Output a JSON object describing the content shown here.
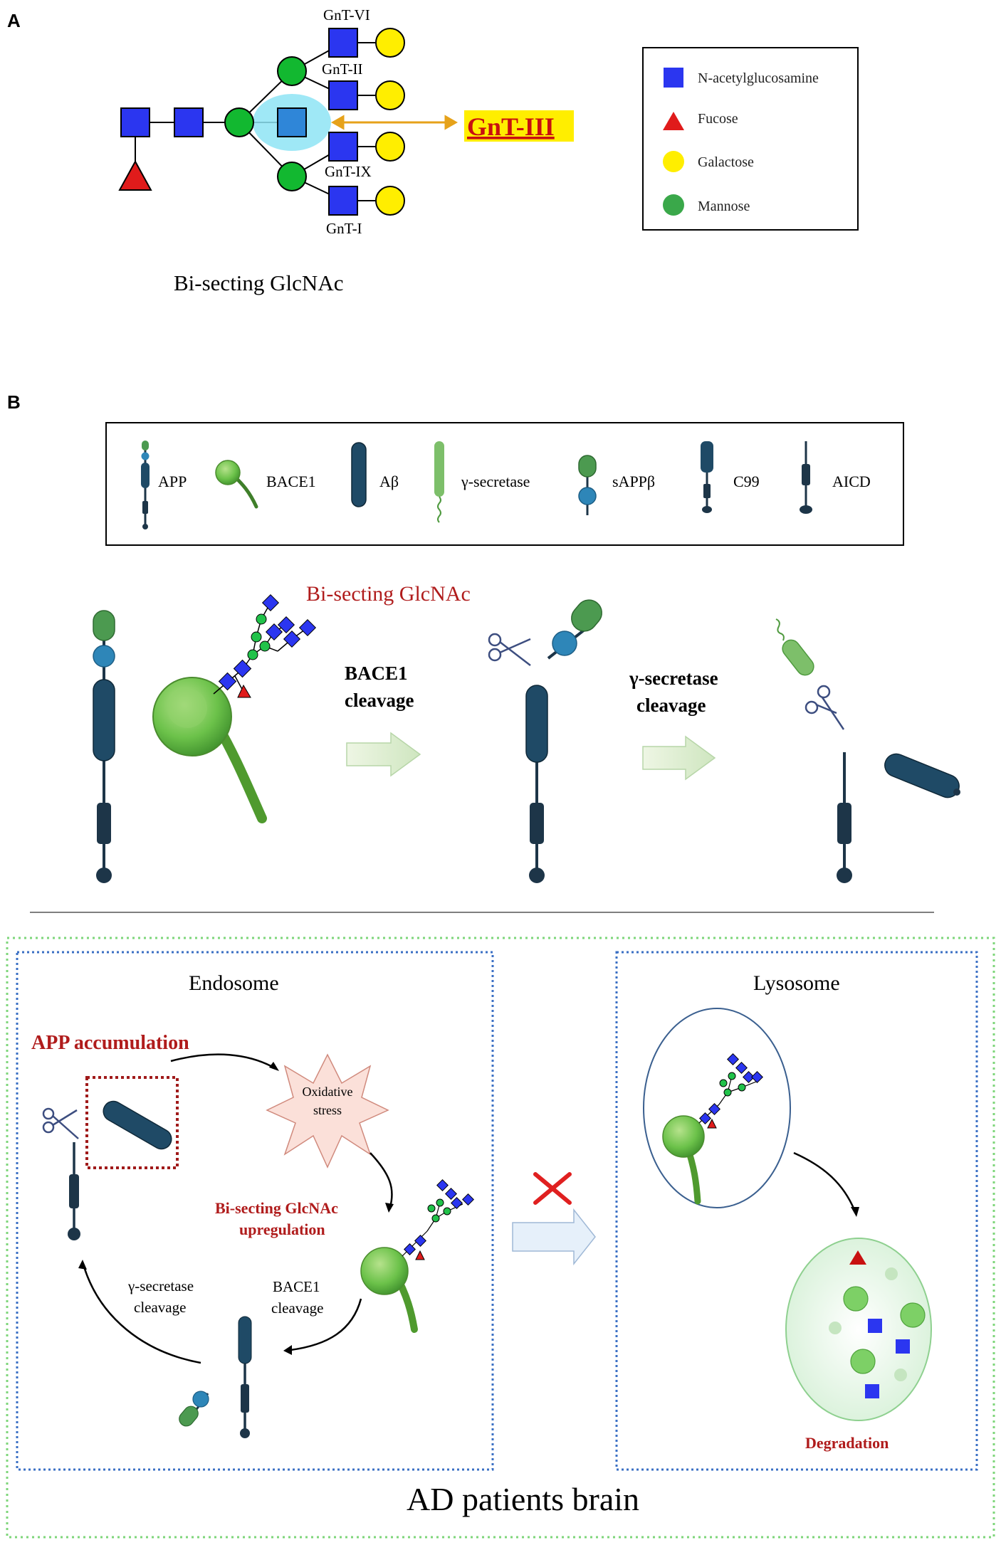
{
  "panel_a": {
    "letter": "A",
    "enzymes": {
      "gnt_vi": "GnT-VI",
      "gnt_ii": "GnT-II",
      "gnt_ix": "GnT-IX",
      "gnt_i": "GnT-I",
      "gnt_iii": "GnT-III"
    },
    "caption": "Bi-secting GlcNAc",
    "legend": [
      {
        "label": "N-acetylglucosamine",
        "shape": "square",
        "color": "#2b36f0"
      },
      {
        "label": "Fucose",
        "shape": "triangle",
        "color": "#e01b1b"
      },
      {
        "label": "Galactose",
        "shape": "circle",
        "color": "#ffee00"
      },
      {
        "label": "Mannose",
        "shape": "circle",
        "color": "#3aa84a"
      }
    ]
  },
  "panel_b": {
    "letter": "B",
    "legend": [
      {
        "label": "APP",
        "icon": "app-icon"
      },
      {
        "label": "BACE1",
        "icon": "bace1-icon"
      },
      {
        "label": "Aβ",
        "icon": "abeta-icon"
      },
      {
        "label": "γ-secretase",
        "icon": "gamma-secretase-icon"
      },
      {
        "label": "sAPPβ",
        "icon": "sappb-icon"
      },
      {
        "label": "C99",
        "icon": "c99-icon"
      },
      {
        "label": "AICD",
        "icon": "aicd-icon"
      }
    ],
    "pathway": {
      "bisecting_label": "Bi-secting GlcNAc",
      "step1": [
        "BACE1",
        "cleavage"
      ],
      "step2": [
        "γ-secretase",
        "cleavage"
      ]
    },
    "endosome": {
      "title": "Endosome",
      "app_accumulation": "APP accumulation",
      "oxidative": [
        "Oxidative",
        "stress"
      ],
      "upregulation": [
        "Bi-secting GlcNAc",
        "upregulation"
      ],
      "gamma": [
        "γ-secretase",
        "cleavage"
      ],
      "bace1": [
        "BACE1",
        "cleavage"
      ]
    },
    "lysosome": {
      "title": "Lysosome",
      "degradation": "Degradation"
    },
    "footer": "AD patients brain"
  },
  "colors": {
    "glcnac": "#2b36f0",
    "fucose": "#e01b1b",
    "galactose": "#ffee00",
    "mannose": "#3aa84a",
    "gnt_iii_text": "#c81010",
    "gnt_iii_bg": "#ffee00",
    "dark_teal": "#1f4a66",
    "bace1_green": "#5fb843",
    "dark_red": "#b01c1c",
    "endosome_border": "#3a6fc4",
    "outer_border": "#7ed67a"
  }
}
